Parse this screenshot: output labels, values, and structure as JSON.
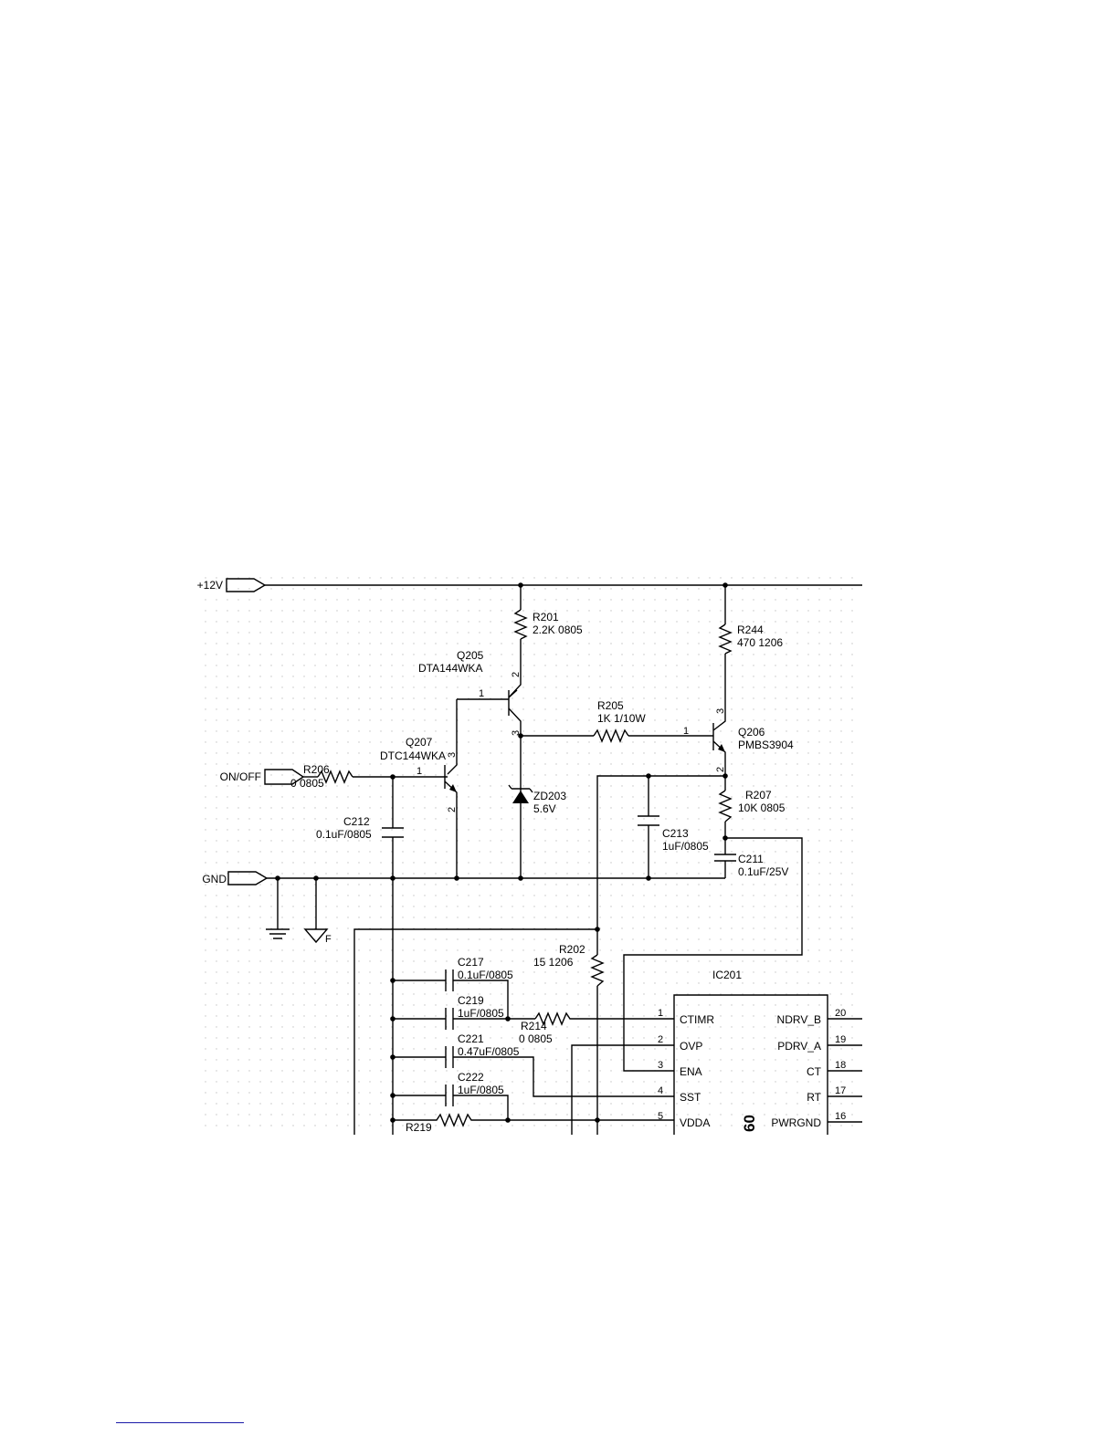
{
  "nets": {
    "v12": "+12V",
    "onoff": "ON/OFF",
    "gnd": "GND",
    "frame_gnd": "F"
  },
  "components": {
    "r201": {
      "ref": "R201",
      "value": "2.2K   0805"
    },
    "r244": {
      "ref": "R244",
      "value": "470   1206"
    },
    "q205": {
      "ref": "Q205",
      "part": "DTA144WKA",
      "pins": [
        "1",
        "2",
        "3"
      ]
    },
    "r205": {
      "ref": "R205",
      "value": "1K   1/10W"
    },
    "q206": {
      "ref": "Q206",
      "part": "PMBS3904",
      "pins": [
        "1",
        "3",
        "2"
      ]
    },
    "r206": {
      "ref": "R206",
      "value": "0   0805"
    },
    "q207": {
      "ref": "Q207",
      "part": "DTC144WKA",
      "pins": [
        "1",
        "3",
        "2"
      ]
    },
    "zd203": {
      "ref": "ZD203",
      "value": "5.6V"
    },
    "r207": {
      "ref": "R207",
      "value": "10K   0805"
    },
    "c212": {
      "ref": "C212",
      "value": "0.1uF/0805"
    },
    "c213": {
      "ref": "C213",
      "value": "1uF/0805"
    },
    "c211": {
      "ref": "C211",
      "value": "0.1uF/25V"
    },
    "r202": {
      "ref": "R202",
      "value": "15    1206"
    },
    "c217": {
      "ref": "C217",
      "value": "0.1uF/0805"
    },
    "c219": {
      "ref": "C219",
      "value": "1uF/0805"
    },
    "r214": {
      "ref": "R214",
      "value": "0    0805"
    },
    "c221": {
      "ref": "C221",
      "value": "0.47uF/0805"
    },
    "c222": {
      "ref": "C222",
      "value": "1uF/0805"
    },
    "r219": {
      "ref": "R219"
    }
  },
  "ic": {
    "ref": "IC201",
    "part_fragment": "60",
    "left_pins": [
      {
        "num": "1",
        "name": "CTIMR"
      },
      {
        "num": "2",
        "name": "OVP"
      },
      {
        "num": "3",
        "name": "ENA"
      },
      {
        "num": "4",
        "name": "SST"
      },
      {
        "num": "5",
        "name": "VDDA"
      }
    ],
    "right_pins": [
      {
        "num": "20",
        "name": "NDRV_B"
      },
      {
        "num": "19",
        "name": "PDRV_A"
      },
      {
        "num": "18",
        "name": "CT"
      },
      {
        "num": "17",
        "name": "RT"
      },
      {
        "num": "16",
        "name": "PWRGND"
      }
    ]
  },
  "colors": {
    "wire": "#000000",
    "grid": "#c4c4c4",
    "footer_rule": "#1a1aa8"
  }
}
